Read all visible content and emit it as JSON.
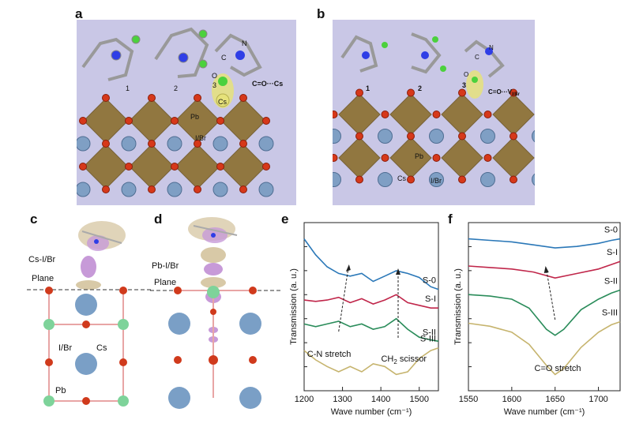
{
  "panels": {
    "a": {
      "label": "a",
      "molecule_numbers": [
        "1",
        "2",
        "3"
      ],
      "atom_labels": {
        "carbon": "C",
        "nitrogen": "N",
        "oxygen": "O",
        "cesium": "Cs",
        "lead": "Pb",
        "halide": "I/Br"
      },
      "bond_annotation": "C=O···Cs"
    },
    "b": {
      "label": "b",
      "molecule_numbers": [
        "1",
        "2",
        "3"
      ],
      "atom_labels": {
        "carbon": "C",
        "nitrogen": "N",
        "oxygen": "O",
        "cesium": "Cs",
        "lead": "Pb",
        "halide": "I/Br"
      },
      "bond_annotation_main": "C=O···V",
      "bond_annotation_sub": "I/Br"
    },
    "c": {
      "label": "c",
      "surface": "Cs-I/Br",
      "plane": "Plane",
      "halide": "I/Br",
      "cesium": "Cs",
      "lead": "Pb"
    },
    "d": {
      "label": "d",
      "surface": "Pb-I/Br",
      "plane": "Plane"
    },
    "e": {
      "label": "e",
      "annotation_cn": "C-N stretch",
      "annotation_ch2_main": "CH",
      "annotation_ch2_sub": "2",
      "annotation_ch2_rest": " scissor"
    },
    "f": {
      "label": "f",
      "annotation_co": "C=O stretch"
    }
  },
  "chart_data": [
    {
      "panel": "e",
      "type": "line",
      "xlabel": "Wave number (cm⁻¹)",
      "ylabel": "Transmission (a. u.)",
      "xlim": [
        1200,
        1550
      ],
      "xticks": [
        1200,
        1300,
        1400,
        1500
      ],
      "y_tick_labels": "none",
      "series": [
        {
          "name": "S-0",
          "color": "#2b78b8",
          "points": [
            [
              1200,
              86
            ],
            [
              1230,
              74
            ],
            [
              1260,
              65
            ],
            [
              1290,
              60
            ],
            [
              1320,
              58
            ],
            [
              1350,
              60
            ],
            [
              1380,
              54
            ],
            [
              1410,
              58
            ],
            [
              1440,
              62
            ],
            [
              1470,
              60
            ],
            [
              1500,
              57
            ],
            [
              1530,
              50
            ],
            [
              1550,
              48
            ]
          ]
        },
        {
          "name": "S-I",
          "color": "#c0264a",
          "points": [
            [
              1200,
              40
            ],
            [
              1230,
              39
            ],
            [
              1260,
              40
            ],
            [
              1290,
              42
            ],
            [
              1320,
              38
            ],
            [
              1350,
              41
            ],
            [
              1380,
              37
            ],
            [
              1410,
              40
            ],
            [
              1440,
              44
            ],
            [
              1470,
              38
            ],
            [
              1500,
              36
            ],
            [
              1530,
              34
            ],
            [
              1550,
              34
            ]
          ]
        },
        {
          "name": "S-II",
          "color": "#2a8c5a",
          "points": [
            [
              1200,
              22
            ],
            [
              1230,
              20
            ],
            [
              1260,
              22
            ],
            [
              1290,
              24
            ],
            [
              1320,
              20
            ],
            [
              1350,
              22
            ],
            [
              1380,
              18
            ],
            [
              1410,
              20
            ],
            [
              1440,
              26
            ],
            [
              1470,
              18
            ],
            [
              1500,
              12
            ],
            [
              1530,
              10
            ],
            [
              1550,
              9
            ]
          ]
        },
        {
          "name": "S-III",
          "color": "#c6b46e",
          "points": [
            [
              1200,
              2
            ],
            [
              1230,
              -5
            ],
            [
              1260,
              -10
            ],
            [
              1290,
              -14
            ],
            [
              1320,
              -10
            ],
            [
              1350,
              -14
            ],
            [
              1380,
              -8
            ],
            [
              1410,
              -10
            ],
            [
              1440,
              -16
            ],
            [
              1470,
              -14
            ],
            [
              1500,
              -4
            ],
            [
              1530,
              2
            ],
            [
              1550,
              4
            ]
          ]
        }
      ]
    },
    {
      "panel": "f",
      "type": "line",
      "xlabel": "Wave number (cm⁻¹)",
      "ylabel": "Transmission (a. u.)",
      "xlim": [
        1550,
        1725
      ],
      "xticks": [
        1550,
        1600,
        1650,
        1700
      ],
      "y_tick_labels": "none",
      "series": [
        {
          "name": "S-0",
          "color": "#2b78b8",
          "points": [
            [
              1550,
              92
            ],
            [
              1575,
              91
            ],
            [
              1600,
              90
            ],
            [
              1625,
              88
            ],
            [
              1650,
              86
            ],
            [
              1675,
              87
            ],
            [
              1700,
              89
            ],
            [
              1715,
              91
            ],
            [
              1725,
              92
            ]
          ]
        },
        {
          "name": "S-I",
          "color": "#c0264a",
          "points": [
            [
              1550,
              74
            ],
            [
              1575,
              73
            ],
            [
              1600,
              72
            ],
            [
              1625,
              70
            ],
            [
              1650,
              66
            ],
            [
              1675,
              69
            ],
            [
              1700,
              72
            ],
            [
              1715,
              75
            ],
            [
              1725,
              77
            ]
          ]
        },
        {
          "name": "S-II",
          "color": "#2a8c5a",
          "points": [
            [
              1550,
              55
            ],
            [
              1575,
              54
            ],
            [
              1600,
              52
            ],
            [
              1620,
              46
            ],
            [
              1640,
              32
            ],
            [
              1650,
              28
            ],
            [
              1660,
              32
            ],
            [
              1680,
              45
            ],
            [
              1700,
              52
            ],
            [
              1715,
              56
            ],
            [
              1725,
              58
            ]
          ]
        },
        {
          "name": "S-III",
          "color": "#c6b46e",
          "points": [
            [
              1550,
              36
            ],
            [
              1575,
              34
            ],
            [
              1600,
              30
            ],
            [
              1620,
              22
            ],
            [
              1640,
              8
            ],
            [
              1650,
              2
            ],
            [
              1660,
              6
            ],
            [
              1680,
              20
            ],
            [
              1700,
              30
            ],
            [
              1715,
              35
            ],
            [
              1725,
              37
            ]
          ]
        }
      ]
    }
  ]
}
